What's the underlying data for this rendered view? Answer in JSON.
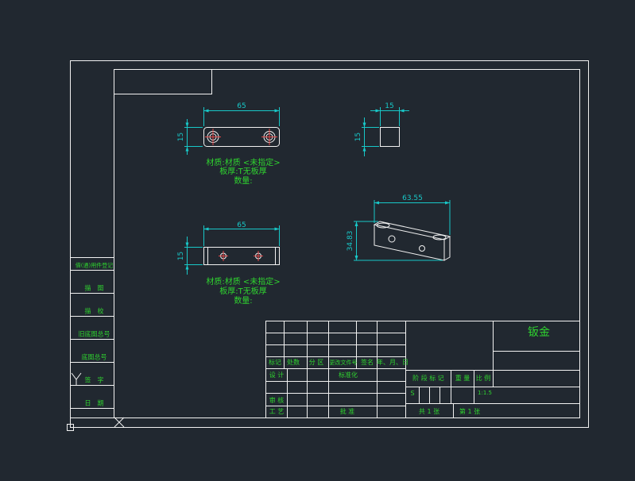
{
  "colors": {
    "background": "#212830",
    "geometry": "#f2f2f2",
    "dimension": "#18c8c8",
    "annotation": "#2fd42f",
    "centerline": "#e24848"
  },
  "views": {
    "front": {
      "dim_width": "65",
      "dim_height": "15",
      "note_material": "材质:材质 <未指定>",
      "note_thickness": "板厚:T无板厚",
      "note_quantity": "数量:"
    },
    "side": {
      "dim_width": "15",
      "dim_height": "15"
    },
    "bottom": {
      "dim_width": "65",
      "dim_height": "15",
      "note_material": "材质:材质 <未指定>",
      "note_thickness": "板厚:T无板厚",
      "note_quantity": "数量:"
    },
    "iso": {
      "dim_width": "63.55",
      "dim_height": "34.83"
    }
  },
  "left_strip": [
    "借(通)用件登记",
    "描　图",
    "描　校",
    "旧底图总号",
    "底图总号",
    "签　字",
    "日　期"
  ],
  "title_block": {
    "title": "钣金",
    "header_row": [
      "标记",
      "处数",
      "分 区",
      "更改文件号",
      "签名",
      "年、月、日"
    ],
    "design": "设 计",
    "standardize": "标准化",
    "review": "审 核",
    "process": "工 艺",
    "approve": "批 准",
    "stage_mark": "阶 段 标 记",
    "weight": "重 量",
    "scale": "比 例",
    "s_mark": "S",
    "scale_value": "1:1.5",
    "total_sheets": "共 1 张",
    "sheet_no": "第 1 张"
  }
}
